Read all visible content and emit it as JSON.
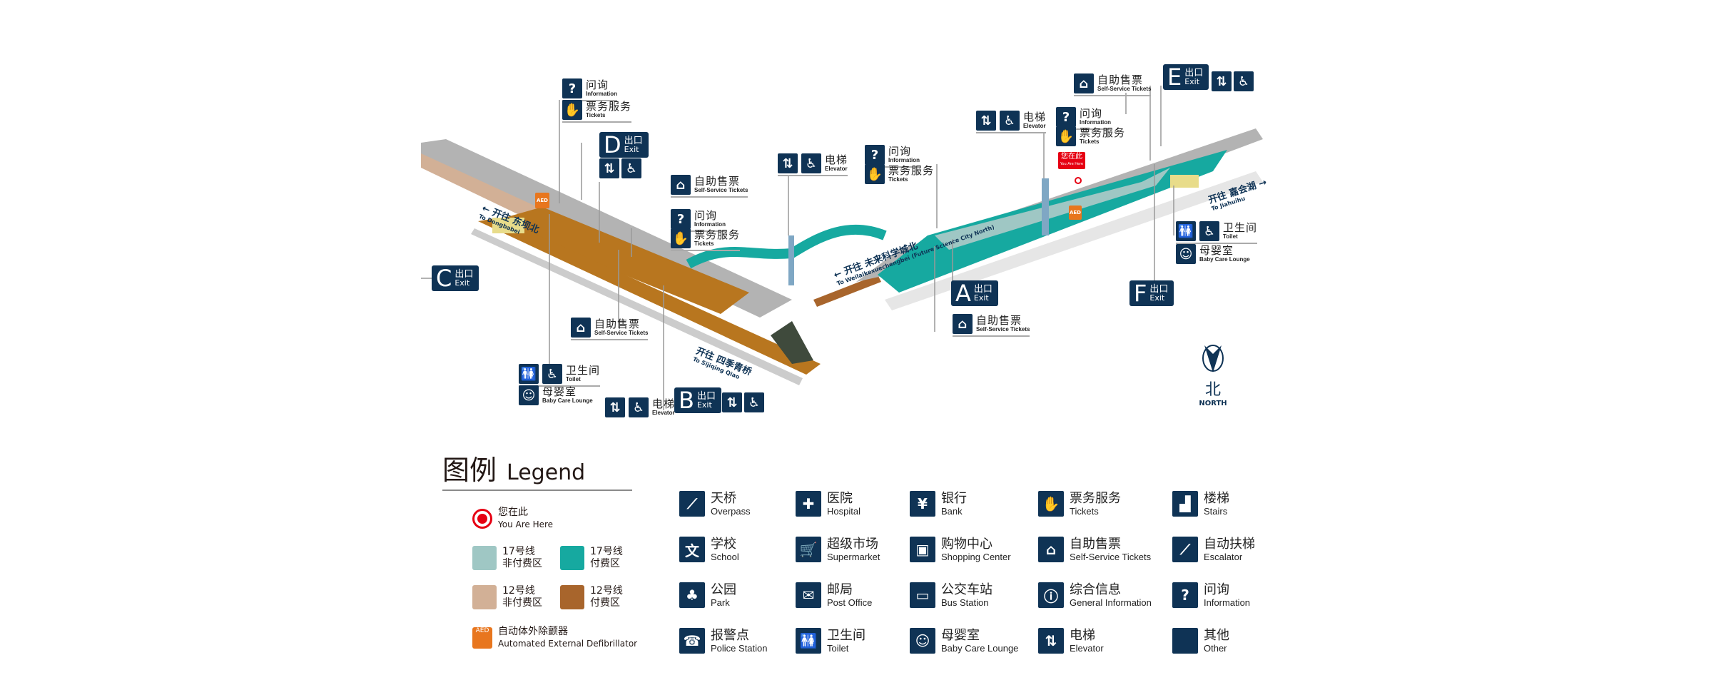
{
  "labels": {
    "info_zh": "问询",
    "info_en": "Information",
    "tickets_zh": "票务服务",
    "tickets_en": "Tickets",
    "self_zh": "自助售票",
    "self_en": "Self-Service Tickets",
    "elevator_zh": "电梯",
    "elevator_en": "Elevator",
    "toilet_zh": "卫生间",
    "toilet_en": "Toilet",
    "baby_zh": "母婴室",
    "baby_en": "Baby Care Lounge",
    "exit_zh": "出口",
    "exit_en": "Exit"
  },
  "exits": [
    "A",
    "B",
    "C",
    "D",
    "E",
    "F"
  ],
  "you_are_here": {
    "zh": "您在此",
    "en": "You Are Here"
  },
  "aed": "AED",
  "directions": [
    {
      "zh": "开往 东坝北",
      "en": "To Dongbabei"
    },
    {
      "zh": "开往 四季青桥",
      "en": "To Sijiqing Qiao"
    },
    {
      "zh": "开往 未来科学城北",
      "en": "To Weilaikexuechengbei (Future Science City North)"
    },
    {
      "zh": "开往 嘉会湖",
      "en": "To Jiahuihu"
    }
  ],
  "north": {
    "zh": "北",
    "en": "NORTH"
  },
  "colors": {
    "navy": "#0f3355",
    "l17_unpaid": "#9fc7c4",
    "l17_paid": "#16a9a0",
    "l12_unpaid": "#d2b096",
    "l12_paid": "#a8652c",
    "you_are_here": "#e60012",
    "aed": "#e8761e"
  },
  "legend": {
    "title_zh": "图例",
    "title_en": "Legend",
    "you_are_here": {
      "zh": "您在此",
      "en": "You Are Here"
    },
    "areas": [
      {
        "l1": "17号线",
        "l2": "非付费区"
      },
      {
        "l1": "17号线",
        "l2": "付费区"
      },
      {
        "l1": "12号线",
        "l2": "非付费区"
      },
      {
        "l1": "12号线",
        "l2": "付费区"
      }
    ],
    "aed": {
      "zh": "自动体外除颤器",
      "en": "Automated External Defibrillator"
    },
    "items": [
      {
        "zh": "天桥",
        "en": "Overpass",
        "icon": "overpass-icon"
      },
      {
        "zh": "医院",
        "en": "Hospital",
        "icon": "hospital-icon"
      },
      {
        "zh": "银行",
        "en": "Bank",
        "icon": "bank-icon"
      },
      {
        "zh": "票务服务",
        "en": "Tickets",
        "icon": "tickets-icon"
      },
      {
        "zh": "楼梯",
        "en": "Stairs",
        "icon": "stairs-icon"
      },
      {
        "zh": "学校",
        "en": "School",
        "icon": "school-icon"
      },
      {
        "zh": "超级市场",
        "en": "Supermarket",
        "icon": "cart-icon"
      },
      {
        "zh": "购物中心",
        "en": "Shopping Center",
        "icon": "shopping-icon"
      },
      {
        "zh": "自助售票",
        "en": "Self-Service Tickets",
        "icon": "ticket-machine-icon"
      },
      {
        "zh": "自动扶梯",
        "en": "Escalator",
        "icon": "escalator-icon"
      },
      {
        "zh": "公园",
        "en": "Park",
        "icon": "park-icon"
      },
      {
        "zh": "邮局",
        "en": "Post Office",
        "icon": "mail-icon"
      },
      {
        "zh": "公交车站",
        "en": "Bus Station",
        "icon": "bus-icon"
      },
      {
        "zh": "综合信息",
        "en": "General Information",
        "icon": "info-icon"
      },
      {
        "zh": "问询",
        "en": "Information",
        "icon": "question-icon"
      },
      {
        "zh": "报警点",
        "en": "Police Station",
        "icon": "police-icon"
      },
      {
        "zh": "卫生间",
        "en": "Toilet",
        "icon": "toilet-icon"
      },
      {
        "zh": "母婴室",
        "en": "Baby Care Lounge",
        "icon": "baby-icon"
      },
      {
        "zh": "电梯",
        "en": "Elevator",
        "icon": "elevator-icon"
      },
      {
        "zh": "其他",
        "en": "Other",
        "icon": "other-icon"
      }
    ]
  }
}
